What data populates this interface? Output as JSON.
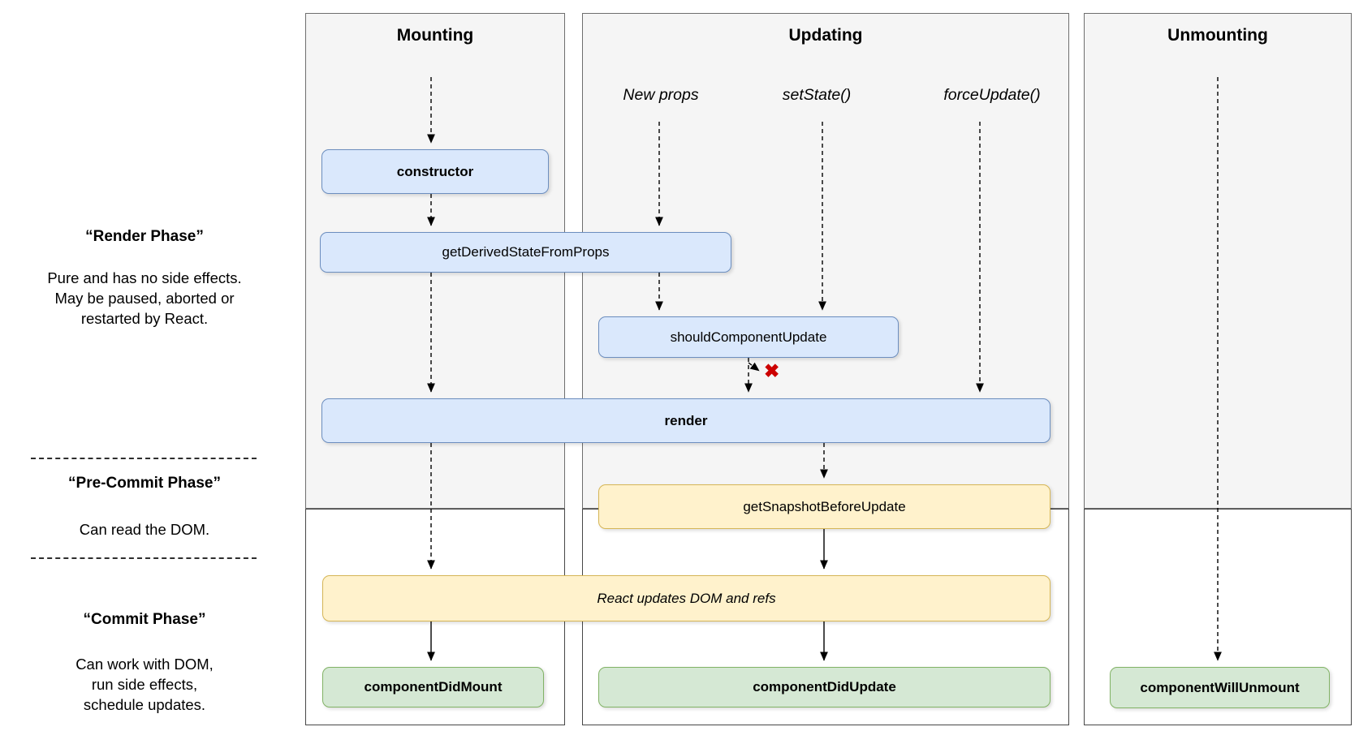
{
  "columns": [
    {
      "title": "Mounting"
    },
    {
      "title": "Updating"
    },
    {
      "title": "Unmounting"
    }
  ],
  "update_triggers": [
    {
      "label": "New props"
    },
    {
      "label": "setState()"
    },
    {
      "label": "forceUpdate()"
    }
  ],
  "phase_labels": [
    {
      "title": "“Render Phase”",
      "description": "Pure and has no side effects.\nMay be paused, aborted or\nrestarted by React."
    },
    {
      "title": "“Pre-Commit Phase”",
      "description": "Can read the DOM."
    },
    {
      "title": "“Commit Phase”",
      "description": "Can work with DOM,\nrun side effects,\nschedule updates."
    }
  ],
  "nodes": {
    "ctor": {
      "label": "constructor"
    },
    "get_derived_state_from_props": {
      "label": "getDerivedStateFromProps"
    },
    "should_component_update": {
      "label": "shouldComponentUpdate"
    },
    "render": {
      "label": "render"
    },
    "get_snapshot_before_update": {
      "label": "getSnapshotBeforeUpdate"
    },
    "react_updates_dom_and_refs": {
      "label": "React updates DOM and refs"
    },
    "component_did_mount": {
      "label": "componentDidMount"
    },
    "component_did_update": {
      "label": "componentDidUpdate"
    },
    "component_will_unmount": {
      "label": "componentWillUnmount"
    }
  },
  "icons": {
    "skip_update_icon": "✖"
  },
  "colors": {
    "node_blue_fill": "#dae8fc",
    "node_blue_border": "#6c8ebf",
    "node_yellow_fill": "#fff2cc",
    "node_yellow_border": "#d6b656",
    "node_green_fill": "#d5e8d4",
    "node_green_border": "#82b366",
    "panel_fill": "#f5f5f5",
    "panel_border": "#6e6e6e",
    "arrow_black": "#000000",
    "reject_red": "#cc0000"
  }
}
